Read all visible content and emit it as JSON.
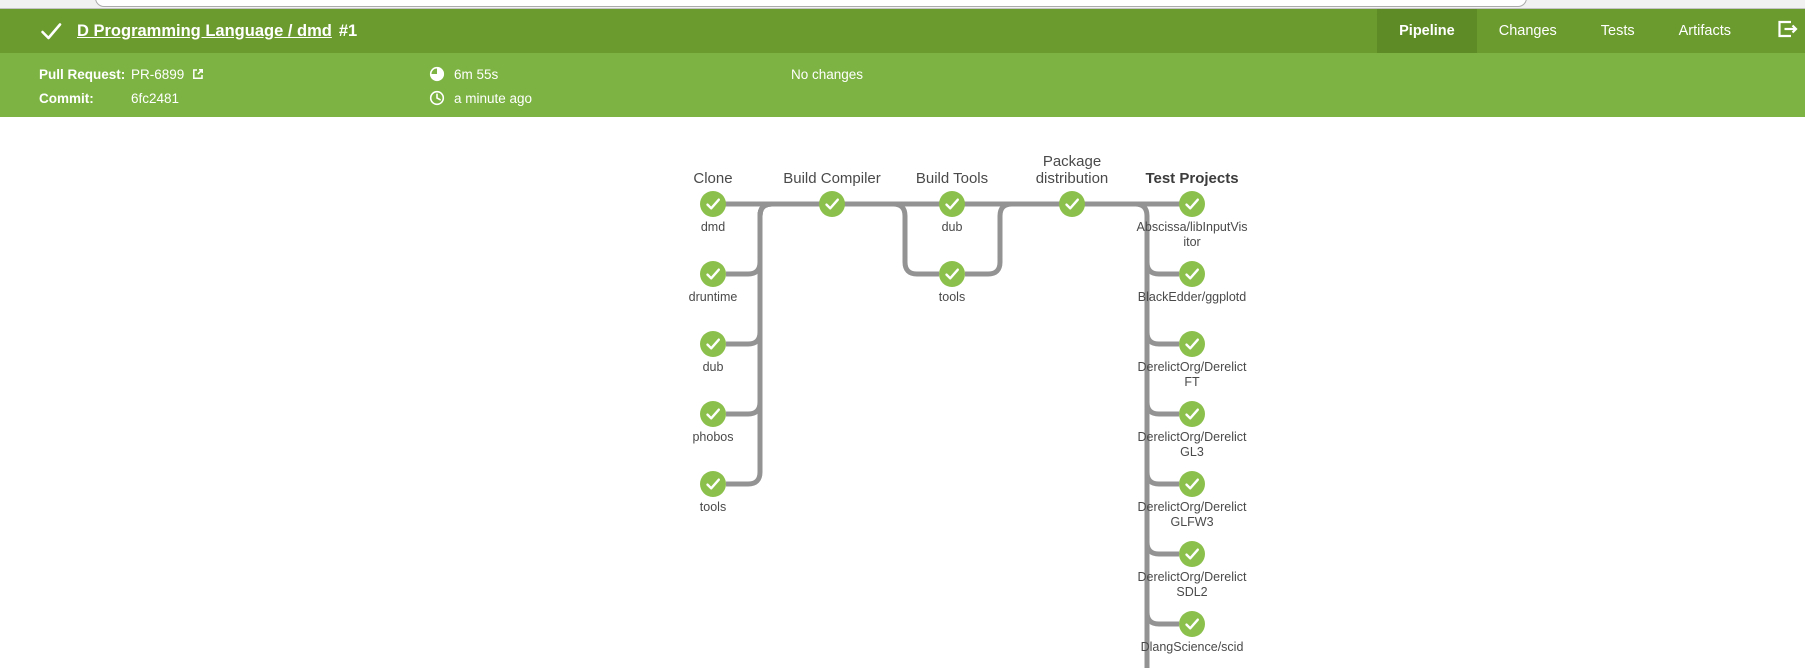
{
  "header": {
    "title": "D Programming Language / dmd",
    "run_number": "#1",
    "tabs": [
      {
        "label": "Pipeline",
        "active": true
      },
      {
        "label": "Changes",
        "active": false
      },
      {
        "label": "Tests",
        "active": false
      },
      {
        "label": "Artifacts",
        "active": false
      }
    ]
  },
  "info": {
    "pull_request_label": "Pull Request:",
    "pull_request_value": "PR-6899",
    "commit_label": "Commit:",
    "commit_value": "6fc2481",
    "duration": "6m 55s",
    "finished": "a minute ago",
    "changes": "No changes"
  },
  "colors": {
    "titlebar_green": "#6b9b2e",
    "active_tab_green": "#5e8b26",
    "infobar_green": "#7cb342",
    "node_success_green": "#8cc04c",
    "connector_gray": "#949393"
  },
  "pipeline": {
    "stages": [
      {
        "name": "Clone",
        "emphasis": false,
        "nodes": [
          "dmd",
          "druntime",
          "dub",
          "phobos",
          "tools"
        ]
      },
      {
        "name": "Build Compiler",
        "emphasis": false,
        "nodes": [
          ""
        ]
      },
      {
        "name": "Build Tools",
        "emphasis": false,
        "nodes": [
          "dub",
          "tools"
        ]
      },
      {
        "name": "Package distribution",
        "emphasis": false,
        "nodes": [
          ""
        ]
      },
      {
        "name": "Test Projects",
        "emphasis": true,
        "nodes": [
          "Abscissa/libInputVisitor",
          "BlackEdder/ggplotd",
          "DerelictOrg/DerelictFT",
          "DerelictOrg/DerelictGL3",
          "DerelictOrg/DerelictGLFW3",
          "DerelictOrg/DerelictSDL2",
          "DlangScience/scid"
        ]
      }
    ],
    "node_status": "success"
  }
}
